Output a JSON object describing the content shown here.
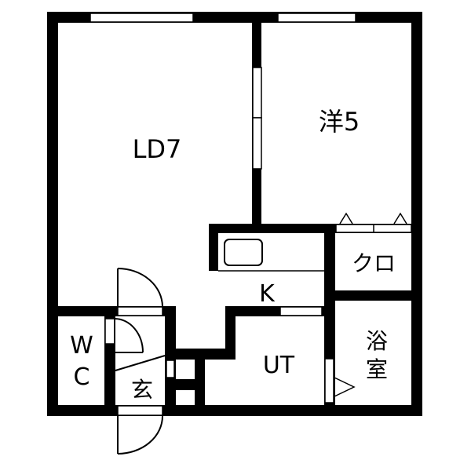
{
  "floorplan": {
    "colors": {
      "wall": "#000000",
      "background": "#ffffff",
      "line": "#000000"
    },
    "rooms": {
      "living_dining": {
        "label": "LD7"
      },
      "bedroom": {
        "label": "洋5"
      },
      "closet": {
        "label": "クロ"
      },
      "kitchen": {
        "label": "K"
      },
      "toilet": {
        "label_line1": "W",
        "label_line2": "C"
      },
      "entrance": {
        "label": "玄"
      },
      "utility": {
        "label": "UT"
      },
      "bathroom": {
        "label_line1": "浴",
        "label_line2": "室"
      }
    }
  }
}
